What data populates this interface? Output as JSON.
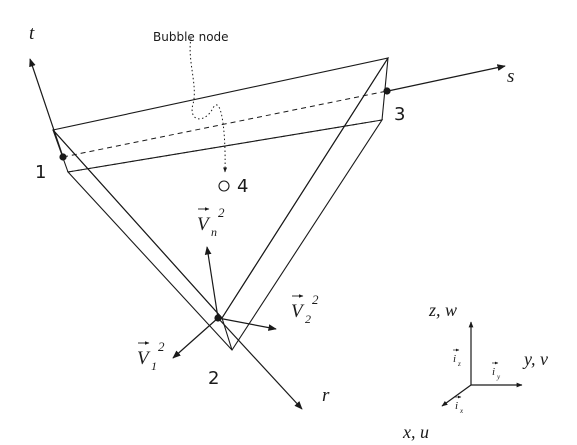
{
  "annotation": {
    "bubble_node": "Bubble node"
  },
  "nodes": {
    "n1": "1",
    "n2": "2",
    "n3": "3",
    "n4": "4"
  },
  "natural_axes": {
    "t": "t",
    "s": "s",
    "r": "r"
  },
  "director_vectors": {
    "vn": {
      "symbol": "V",
      "sub": "n",
      "sup": "2"
    },
    "v1": {
      "symbol": "V",
      "sub": "1",
      "sup": "2"
    },
    "v2": {
      "symbol": "V",
      "sub": "2",
      "sup": "2"
    }
  },
  "global_axes": {
    "z": "z, w",
    "y": "y, v",
    "x": "x, u",
    "iz": {
      "symbol": "i",
      "sub": "z"
    },
    "iy": {
      "symbol": "i",
      "sub": "y"
    },
    "ix": {
      "symbol": "i",
      "sub": "x"
    }
  }
}
